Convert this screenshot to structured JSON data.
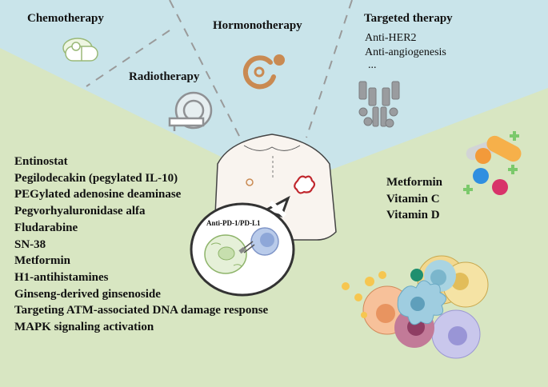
{
  "therapies": {
    "chemotherapy": "Chemotherapy",
    "hormonotherapy": "Hormonotherapy",
    "radiotherapy": "Radiotherapy",
    "targeted": {
      "title": "Targeted therapy",
      "items": [
        "Anti-HER2",
        "Anti-angiogenesis",
        "..."
      ]
    }
  },
  "immunotherapy_label": "Anti-PD-1/PD-L1",
  "combination_agents": [
    "Entinostat",
    "Pegilodecakin (pegylated IL-10)",
    "PEGylated adenosine deaminase",
    "Pegvorhyaluronidase alfa",
    "Fludarabine",
    "SN-38",
    "Metformin",
    "H1-antihistamines",
    "Ginseng-derived ginsenoside",
    "Targeting ATM-associated DNA damage response",
    "MAPK signaling activation"
  ],
  "supplements": [
    "Metformin",
    "Vitamin C",
    "Vitamin D"
  ],
  "colors": {
    "sky_blue": "#c9e4ea",
    "sage_green": "#d8e6c2",
    "icon_orange": "#c98a52",
    "icon_gray": "#8f9194",
    "icon_green": "#b9d59a",
    "tumor_red": "#c0272d"
  },
  "icons": [
    "pill-capsule-icon",
    "hormone-receptor-icon",
    "radiotherapy-machine-icon",
    "antibody-icon",
    "medicine-pills-icon",
    "tumor-microenvironment-cells-icon",
    "tumor-cell-icon",
    "t-cell-icon"
  ]
}
